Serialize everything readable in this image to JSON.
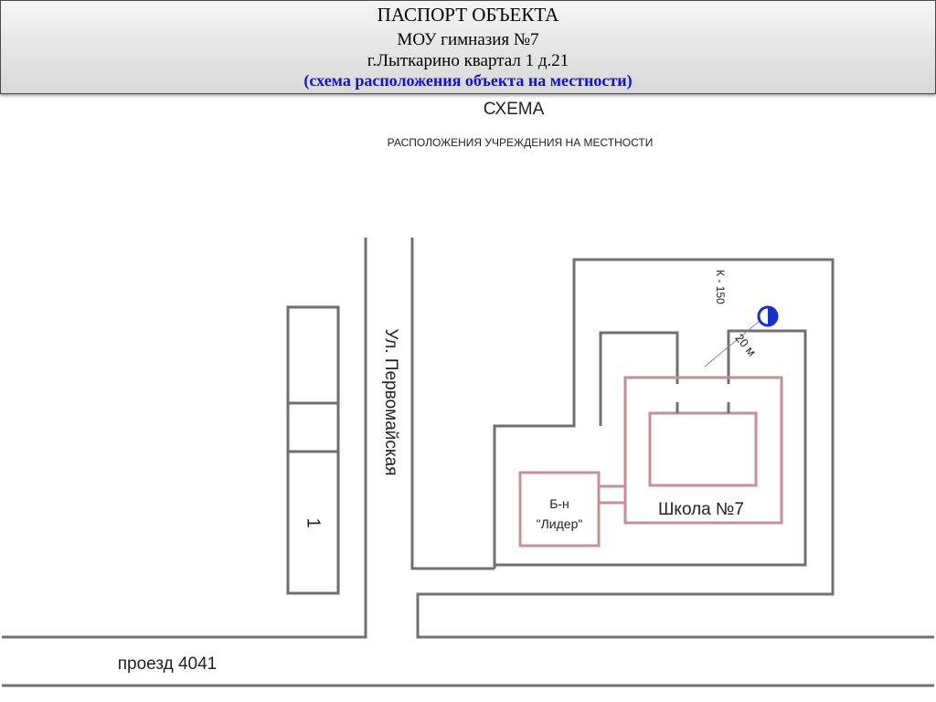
{
  "header": {
    "title": "ПАСПОРТ ОБЪЕКТА",
    "institution": "МОУ гимназия №7",
    "address": "г.Лыткарино квартал 1 д.21",
    "subtitle": "(схема расположения объекта на местности)"
  },
  "map": {
    "title": "СХЕМА",
    "subtitle": "РАСПОЛОЖЕНИЯ УЧРЕЖДЕНИЯ НА МЕСТНОСТИ",
    "street_label": "Ул. Первомайская",
    "road_label": "проезд 4041",
    "building_number": "1",
    "school_label": "Школа №7",
    "shop_label_line1": "Б-н",
    "shop_label_line2": "\"Лидер\"",
    "hydrant_label": "К - 150",
    "distance_label": "20 м",
    "colors": {
      "road_lines": "#707070",
      "building_outline": "#c49090",
      "hydrant": "#1a2fd0",
      "hydrant_label": "#2a4aa8"
    }
  }
}
